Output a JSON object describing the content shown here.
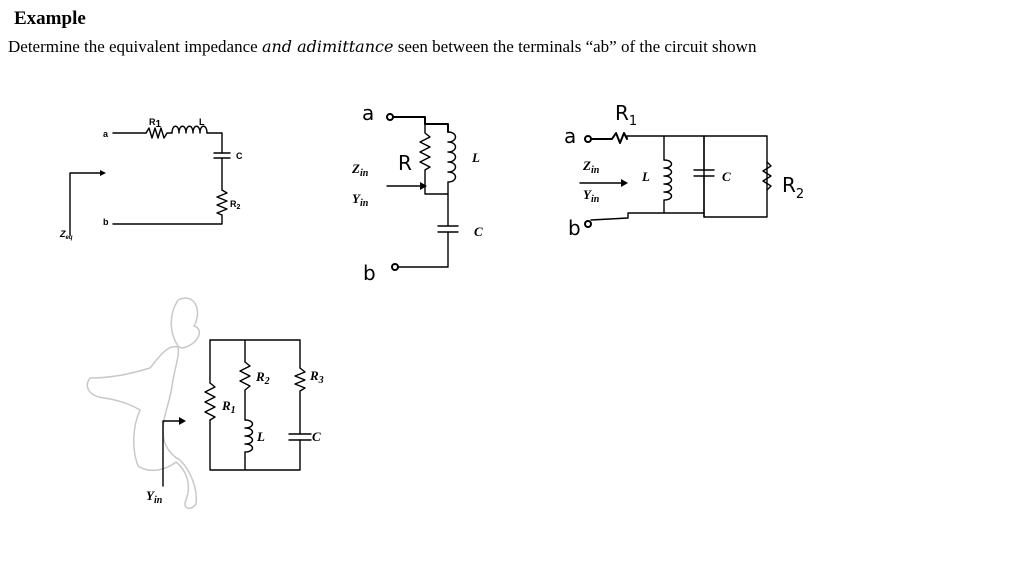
{
  "heading": "Example",
  "problem": {
    "before": "Determine the equivalent impedance ",
    "emph": "and adimittance",
    "after": " seen between the terminals “ab” of the circuit shown"
  },
  "circuit1": {
    "r1": "R",
    "r1_sub": "1",
    "l": "L",
    "c": "C",
    "r2": "R",
    "r2_sub": "2",
    "term_a": "a",
    "term_b": "b",
    "zeq": "Z",
    "zeq_sub": "eq"
  },
  "circuit2": {
    "term_a": "a",
    "term_b": "b",
    "r": "R",
    "l": "L",
    "c": "C",
    "zin": "Z",
    "zin_sub": "in",
    "yin": "Y",
    "yin_sub": "in"
  },
  "circuit3": {
    "term_a": "a",
    "term_b": "b",
    "r1": "R",
    "r1_sub": "1",
    "l": "L",
    "c": "C",
    "r2": "R",
    "r2_sub": "2",
    "zin": "Z",
    "zin_sub": "in",
    "yin": "Y",
    "yin_sub": "in"
  },
  "circuit4": {
    "r1": "R",
    "r1_sub": "1",
    "r2": "R",
    "r2_sub": "2",
    "r3": "R",
    "r3_sub": "3",
    "l": "L",
    "c": "C",
    "yin": "Y",
    "yin_sub": "in"
  }
}
